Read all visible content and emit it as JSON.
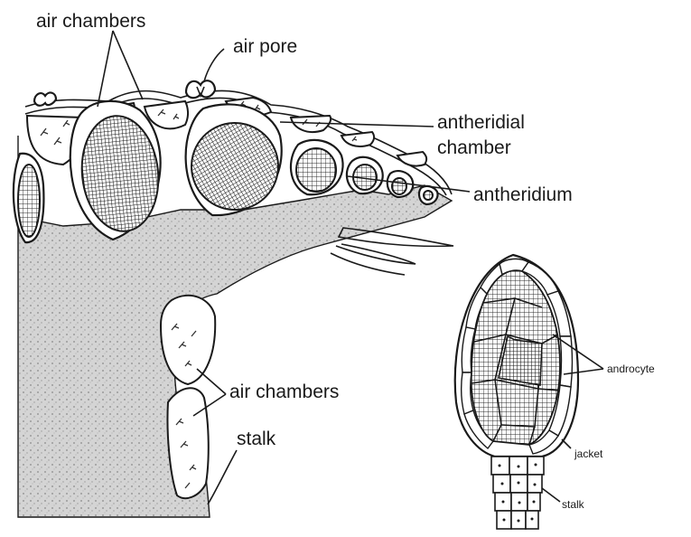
{
  "labels": {
    "air_chambers_top": "air chambers",
    "air_pore": "air pore",
    "antheridial_chamber_line1": "antheridial",
    "antheridial_chamber_line2": "chamber",
    "antheridium": "antheridium",
    "air_chambers_stalk": "air chambers",
    "stalk_left": "stalk",
    "androcyte": "androcyte",
    "jacket": "jacket",
    "stalk_right": "stalk"
  },
  "colors": {
    "stipple": "#c9c9c9",
    "ink": "#1a1a1a",
    "background": "#ffffff"
  }
}
